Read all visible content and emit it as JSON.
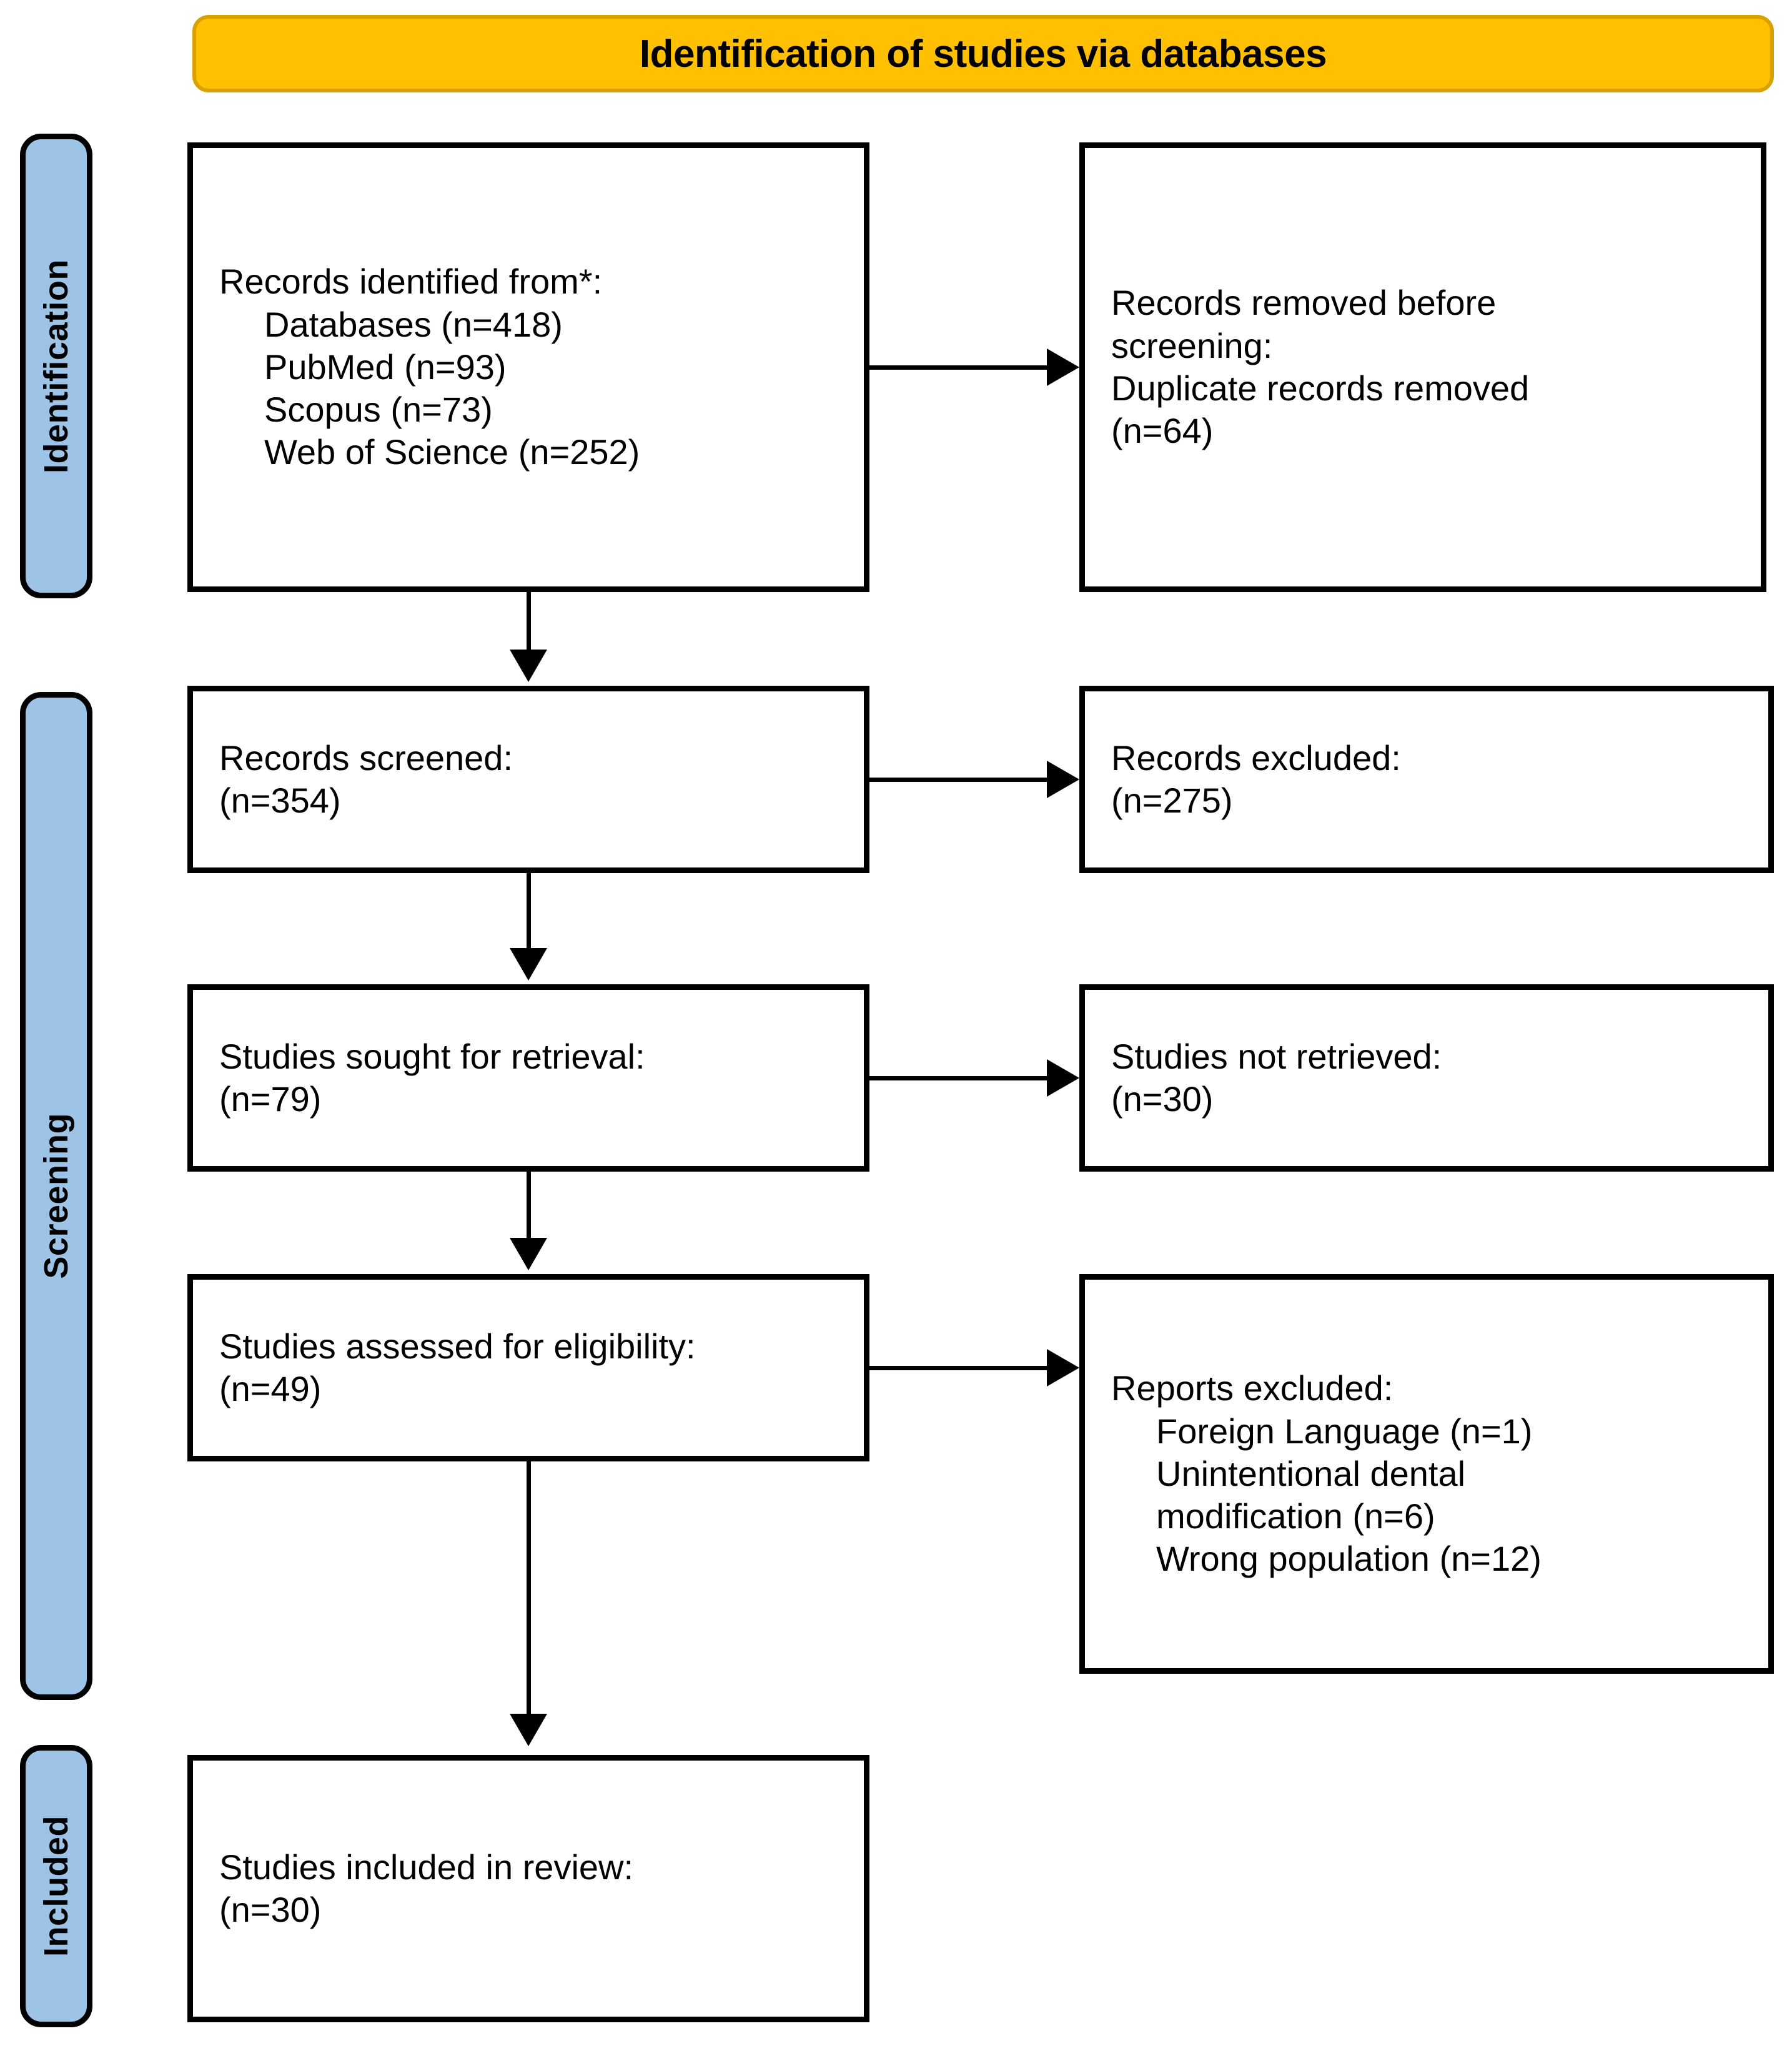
{
  "banner": {
    "title": "Identification of studies via databases",
    "fill": "#FFC000",
    "border": "#D9A100"
  },
  "stages": {
    "fill": "#9DC3E6",
    "identification": "Identification",
    "screening": "Screening",
    "included": "Included"
  },
  "boxes": {
    "identified": {
      "heading": "Records identified from*:",
      "items": [
        "Databases (n=418)",
        "PubMed (n=93)",
        "Scopus (n=73)",
        "Web of Science (n=252)"
      ]
    },
    "removed": {
      "line1_plain": "Records removed ",
      "line1_italic": "before",
      "line2_italic": "screening",
      "line2_plain": ":",
      "line3": "Duplicate records removed",
      "line4": "(n=64)"
    },
    "screened": {
      "heading": "Records screened:",
      "count": "(n=354)"
    },
    "excluded": {
      "heading": "Records excluded:",
      "count": "(n=275)"
    },
    "sought": {
      "heading": "Studies sought for retrieval:",
      "count": "(n=79)"
    },
    "not_retrieved": {
      "heading": "Studies not retrieved:",
      "count": "(n=30)"
    },
    "eligibility": {
      "heading": "Studies assessed for eligibility:",
      "count": "(n=49)"
    },
    "reports_excluded": {
      "heading": "Reports excluded:",
      "items": [
        "Foreign Language (n=1)",
        "Unintentional dental",
        "modification (n=6)",
        "Wrong population (n=12)"
      ]
    },
    "included": {
      "heading": "Studies included in review:",
      "count": "(n=30)"
    }
  },
  "chart_data": {
    "type": "diagram",
    "title": "Identification of studies via databases",
    "nodes": [
      {
        "id": "identified",
        "stage": "Identification",
        "label": "Records identified from*",
        "total": 418,
        "sources": [
          {
            "name": "Databases",
            "n": 418
          },
          {
            "name": "PubMed",
            "n": 93
          },
          {
            "name": "Scopus",
            "n": 73
          },
          {
            "name": "Web of Science",
            "n": 252
          }
        ]
      },
      {
        "id": "removed",
        "stage": "Identification",
        "label": "Records removed before screening: Duplicate records removed",
        "n": 64
      },
      {
        "id": "screened",
        "stage": "Screening",
        "label": "Records screened",
        "n": 354
      },
      {
        "id": "excluded",
        "stage": "Screening",
        "label": "Records excluded",
        "n": 275
      },
      {
        "id": "sought",
        "stage": "Screening",
        "label": "Studies sought for retrieval",
        "n": 79
      },
      {
        "id": "not_retrieved",
        "stage": "Screening",
        "label": "Studies not retrieved",
        "n": 30
      },
      {
        "id": "eligibility",
        "stage": "Screening",
        "label": "Studies assessed for eligibility",
        "n": 49
      },
      {
        "id": "reports_excluded",
        "stage": "Screening",
        "label": "Reports excluded",
        "reasons": [
          {
            "name": "Foreign Language",
            "n": 1
          },
          {
            "name": "Unintentional dental modification",
            "n": 6
          },
          {
            "name": "Wrong population",
            "n": 12
          }
        ]
      },
      {
        "id": "included",
        "stage": "Included",
        "label": "Studies included in review",
        "n": 30
      }
    ],
    "edges": [
      {
        "from": "identified",
        "to": "removed",
        "dir": "right"
      },
      {
        "from": "identified",
        "to": "screened",
        "dir": "down"
      },
      {
        "from": "screened",
        "to": "excluded",
        "dir": "right"
      },
      {
        "from": "screened",
        "to": "sought",
        "dir": "down"
      },
      {
        "from": "sought",
        "to": "not_retrieved",
        "dir": "right"
      },
      {
        "from": "sought",
        "to": "eligibility",
        "dir": "down"
      },
      {
        "from": "eligibility",
        "to": "reports_excluded",
        "dir": "right"
      },
      {
        "from": "eligibility",
        "to": "included",
        "dir": "down"
      }
    ]
  }
}
